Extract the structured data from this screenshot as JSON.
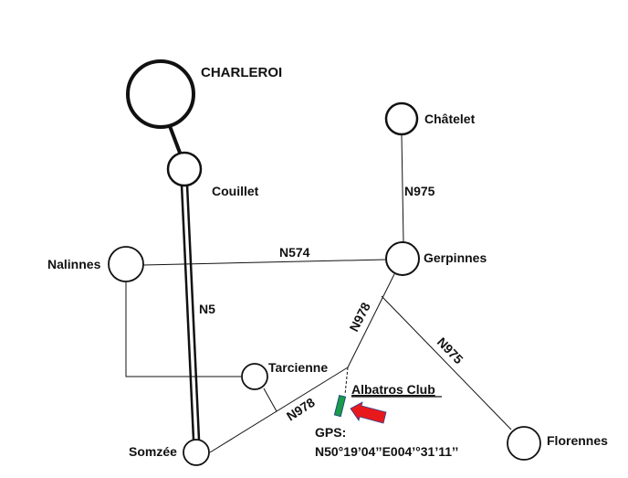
{
  "map": {
    "towns": {
      "charleroi": "CHARLEROI",
      "couillet": "Couillet",
      "chatelet": "Châtelet",
      "gerpinnes": "Gerpinnes",
      "nalinnes": "Nalinnes",
      "tarcienne": "Tarcienne",
      "somzee": "Somzée",
      "florennes": "Florennes"
    },
    "roads": {
      "n5": "N5",
      "n574": "N574",
      "n975_north": "N975",
      "n978_north": "N978",
      "n978_south": "N978",
      "n975_south": "N975"
    },
    "destination": {
      "name": "Albatros Club",
      "gps_label": "GPS:",
      "gps_coords": "N50°19’04’’E004’°31’11’’",
      "marker_color": "#1a9c4a",
      "arrow_color": "#e8191c"
    }
  }
}
